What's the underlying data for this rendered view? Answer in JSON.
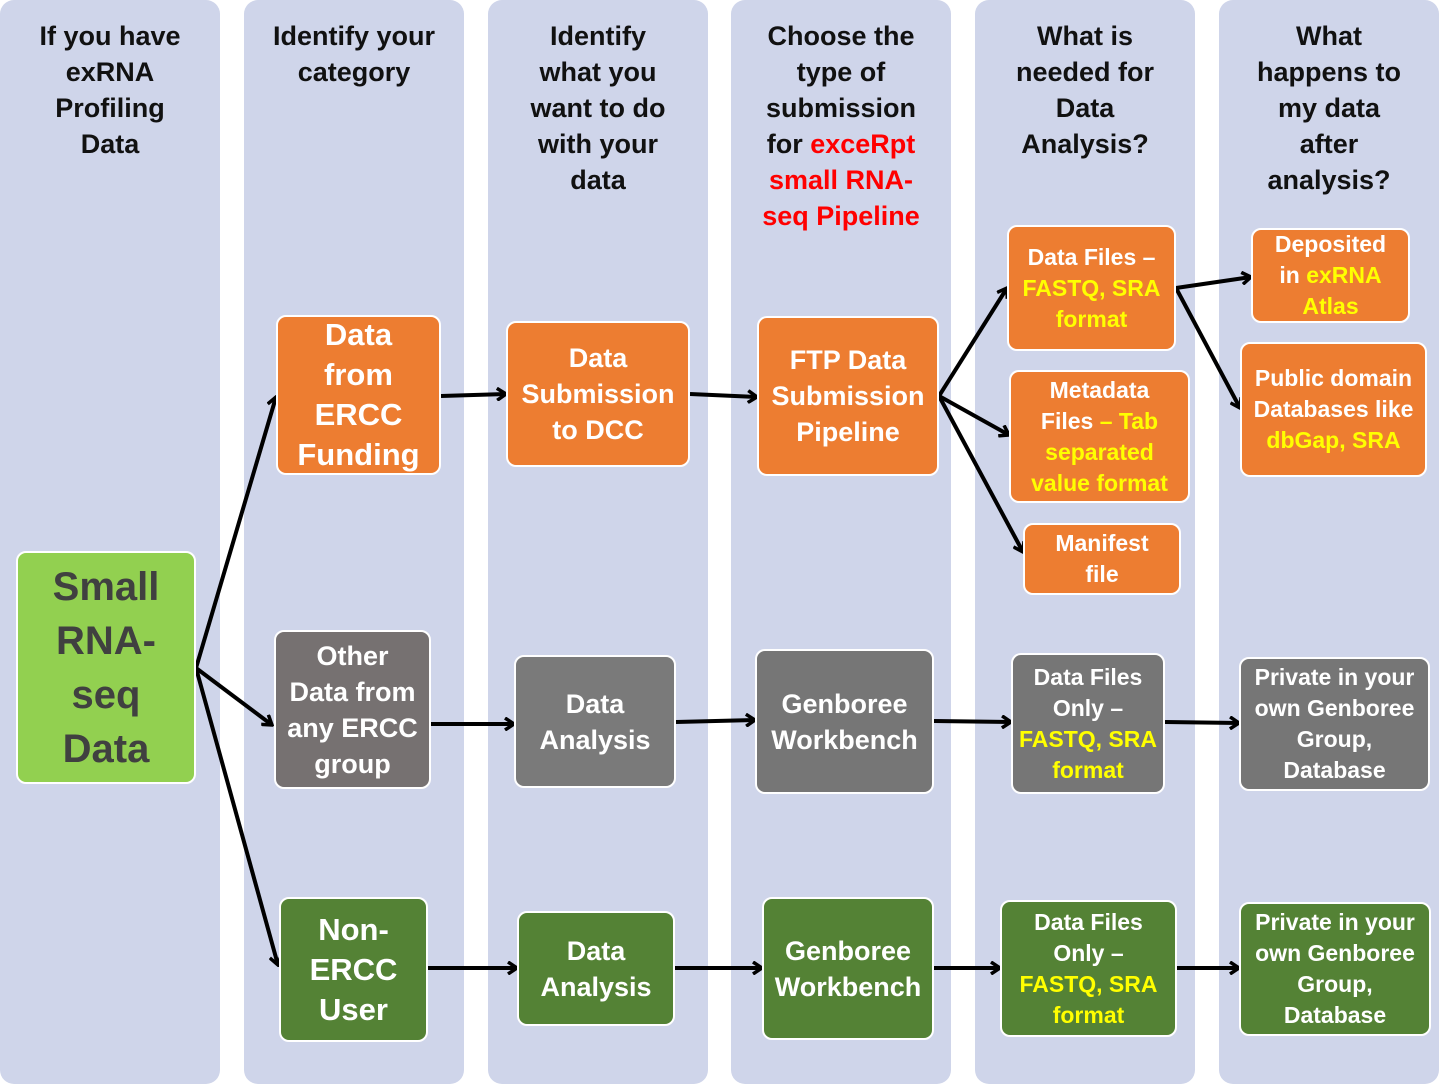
{
  "colors": {
    "column": "#CFD5EA",
    "orange": "#ED7D31",
    "grey": "#767171",
    "grey2": "#7A7A7A",
    "dark_green": "#548235",
    "light_green": "#92D050",
    "highlight_yellow": "#FFFF00",
    "highlight_red": "#FF0000"
  },
  "columns": [
    {
      "id": "have-data",
      "lines": [
        [
          {
            "t": "If you have",
            "c": "k"
          }
        ],
        [
          {
            "t": "exRNA",
            "c": "k"
          }
        ],
        [
          {
            "t": "Profiling",
            "c": "k"
          }
        ],
        [
          {
            "t": "Data",
            "c": "k"
          }
        ]
      ]
    },
    {
      "id": "category",
      "lines": [
        [
          {
            "t": "Identify your",
            "c": "k"
          }
        ],
        [
          {
            "t": "category",
            "c": "k"
          }
        ]
      ]
    },
    {
      "id": "what-to-do",
      "lines": [
        [
          {
            "t": "Identify",
            "c": "k"
          }
        ],
        [
          {
            "t": "what you",
            "c": "k"
          }
        ],
        [
          {
            "t": "want to do",
            "c": "k"
          }
        ],
        [
          {
            "t": "with your",
            "c": "k"
          }
        ],
        [
          {
            "t": "data",
            "c": "k"
          }
        ]
      ]
    },
    {
      "id": "submission-type",
      "lines": [
        [
          {
            "t": "Choose the",
            "c": "k"
          }
        ],
        [
          {
            "t": "type of",
            "c": "k"
          }
        ],
        [
          {
            "t": "submission",
            "c": "k"
          }
        ],
        [
          {
            "t": "for ",
            "c": "k"
          },
          {
            "t": "exceRpt",
            "c": "r"
          }
        ],
        [
          {
            "t": "small RNA-",
            "c": "r"
          }
        ],
        [
          {
            "t": "seq Pipeline",
            "c": "r"
          }
        ]
      ]
    },
    {
      "id": "analysis-needs",
      "lines": [
        [
          {
            "t": "What is",
            "c": "k"
          }
        ],
        [
          {
            "t": "needed for",
            "c": "k"
          }
        ],
        [
          {
            "t": "Data",
            "c": "k"
          }
        ],
        [
          {
            "t": "Analysis?",
            "c": "k"
          }
        ]
      ]
    },
    {
      "id": "after-analysis",
      "lines": [
        [
          {
            "t": "What",
            "c": "k"
          }
        ],
        [
          {
            "t": "happens to",
            "c": "k"
          }
        ],
        [
          {
            "t": "my data",
            "c": "k"
          }
        ],
        [
          {
            "t": "after",
            "c": "k"
          }
        ],
        [
          {
            "t": "analysis?",
            "c": "k"
          }
        ]
      ]
    }
  ],
  "boxes": [
    {
      "id": "small-rna-seq-data",
      "color": "#92D050",
      "fs": 40,
      "lh": 54,
      "lines": [
        [
          {
            "t": "Small",
            "c": "dk"
          }
        ],
        [
          {
            "t": "RNA-",
            "c": "dk"
          }
        ],
        [
          {
            "t": "seq",
            "c": "dk"
          }
        ],
        [
          {
            "t": "Data",
            "c": "dk"
          }
        ]
      ]
    },
    {
      "id": "data-from-ercc-funding",
      "color": "#ED7D31",
      "fs": 31,
      "lh": 40,
      "lines": [
        [
          {
            "t": "Data",
            "c": "w"
          }
        ],
        [
          {
            "t": "from",
            "c": "w"
          }
        ],
        [
          {
            "t": "ERCC",
            "c": "w"
          }
        ],
        [
          {
            "t": "Funding",
            "c": "w"
          }
        ]
      ]
    },
    {
      "id": "other-data-any-ercc",
      "color": "#767171",
      "fs": 27,
      "lh": 36,
      "lines": [
        [
          {
            "t": "Other",
            "c": "w"
          }
        ],
        [
          {
            "t": "Data from",
            "c": "w"
          }
        ],
        [
          {
            "t": "any ERCC",
            "c": "w"
          }
        ],
        [
          {
            "t": "group",
            "c": "w"
          }
        ]
      ]
    },
    {
      "id": "non-ercc-user",
      "color": "#548235",
      "fs": 31,
      "lh": 40,
      "lines": [
        [
          {
            "t": "Non-",
            "c": "w"
          }
        ],
        [
          {
            "t": "ERCC",
            "c": "w"
          }
        ],
        [
          {
            "t": "User",
            "c": "w"
          }
        ]
      ]
    },
    {
      "id": "data-submission-dcc",
      "color": "#ED7D31",
      "fs": 27,
      "lh": 36,
      "lines": [
        [
          {
            "t": "Data",
            "c": "w"
          }
        ],
        [
          {
            "t": "Submission",
            "c": "w"
          }
        ],
        [
          {
            "t": "to DCC",
            "c": "w"
          }
        ]
      ]
    },
    {
      "id": "data-analysis-grey",
      "color": "#7A7A7A",
      "fs": 27,
      "lh": 36,
      "lines": [
        [
          {
            "t": "Data",
            "c": "w"
          }
        ],
        [
          {
            "t": "Analysis",
            "c": "w"
          }
        ]
      ]
    },
    {
      "id": "data-analysis-green",
      "color": "#548235",
      "fs": 27,
      "lh": 36,
      "lines": [
        [
          {
            "t": "Data",
            "c": "w"
          }
        ],
        [
          {
            "t": "Analysis",
            "c": "w"
          }
        ]
      ]
    },
    {
      "id": "ftp-submission-pipeline",
      "color": "#ED7D31",
      "fs": 27,
      "lh": 36,
      "lines": [
        [
          {
            "t": "FTP Data",
            "c": "w"
          }
        ],
        [
          {
            "t": "Submission",
            "c": "w"
          }
        ],
        [
          {
            "t": "Pipeline",
            "c": "w"
          }
        ]
      ]
    },
    {
      "id": "genboree-workbench-grey",
      "color": "#767676",
      "fs": 27,
      "lh": 36,
      "lines": [
        [
          {
            "t": "Genboree",
            "c": "w"
          }
        ],
        [
          {
            "t": "Workbench",
            "c": "w"
          }
        ]
      ]
    },
    {
      "id": "genboree-workbench-green",
      "color": "#548235",
      "fs": 27,
      "lh": 36,
      "lines": [
        [
          {
            "t": "Genboree",
            "c": "w"
          }
        ],
        [
          {
            "t": "Workbench",
            "c": "w"
          }
        ]
      ]
    },
    {
      "id": "data-files-fastq-orange",
      "color": "#ED7D31",
      "fs": 23,
      "lh": 31,
      "lines": [
        [
          {
            "t": "Data Files –",
            "c": "w"
          }
        ],
        [
          {
            "t": "FASTQ, SRA",
            "c": "y"
          }
        ],
        [
          {
            "t": "format",
            "c": "y"
          }
        ]
      ]
    },
    {
      "id": "metadata-files",
      "color": "#ED7D31",
      "fs": 23,
      "lh": 31,
      "lines": [
        [
          {
            "t": "Metadata",
            "c": "w"
          }
        ],
        [
          {
            "t": "Files ",
            "c": "w"
          },
          {
            "t": "– Tab",
            "c": "y"
          }
        ],
        [
          {
            "t": "separated",
            "c": "y"
          }
        ],
        [
          {
            "t": "value format",
            "c": "y"
          }
        ]
      ]
    },
    {
      "id": "manifest-file",
      "color": "#ED7D31",
      "fs": 23,
      "lh": 31,
      "lines": [
        [
          {
            "t": "Manifest",
            "c": "w"
          }
        ],
        [
          {
            "t": "file",
            "c": "w"
          }
        ]
      ]
    },
    {
      "id": "data-files-only-grey",
      "color": "#767676",
      "fs": 23,
      "lh": 31,
      "lines": [
        [
          {
            "t": "Data Files",
            "c": "w"
          }
        ],
        [
          {
            "t": "Only –",
            "c": "w"
          }
        ],
        [
          {
            "t": "FASTQ, SRA",
            "c": "y"
          }
        ],
        [
          {
            "t": "format",
            "c": "y"
          }
        ]
      ]
    },
    {
      "id": "data-files-only-green",
      "color": "#548235",
      "fs": 23,
      "lh": 31,
      "lines": [
        [
          {
            "t": "Data Files",
            "c": "w"
          }
        ],
        [
          {
            "t": "Only –",
            "c": "w"
          }
        ],
        [
          {
            "t": "FASTQ, SRA",
            "c": "y"
          }
        ],
        [
          {
            "t": "format",
            "c": "y"
          }
        ]
      ]
    },
    {
      "id": "deposited-exrna-atlas",
      "color": "#ED7D31",
      "fs": 23,
      "lh": 31,
      "lines": [
        [
          {
            "t": "Deposited",
            "c": "w"
          }
        ],
        [
          {
            "t": "in ",
            "c": "w"
          },
          {
            "t": "exRNA",
            "c": "y"
          }
        ],
        [
          {
            "t": "Atlas",
            "c": "y"
          }
        ]
      ]
    },
    {
      "id": "public-domain-databases",
      "color": "#ED7D31",
      "fs": 23,
      "lh": 31,
      "lines": [
        [
          {
            "t": "Public domain",
            "c": "w"
          }
        ],
        [
          {
            "t": "Databases like",
            "c": "w"
          }
        ],
        [
          {
            "t": "dbGap, SRA",
            "c": "y"
          }
        ]
      ]
    },
    {
      "id": "private-genboree-grey",
      "color": "#767676",
      "fs": 23,
      "lh": 31,
      "lines": [
        [
          {
            "t": "Private in your",
            "c": "w"
          }
        ],
        [
          {
            "t": "own Genboree",
            "c": "w"
          }
        ],
        [
          {
            "t": "Group,",
            "c": "w"
          }
        ],
        [
          {
            "t": "Database",
            "c": "w"
          }
        ]
      ]
    },
    {
      "id": "private-genboree-green",
      "color": "#548235",
      "fs": 23,
      "lh": 31,
      "lines": [
        [
          {
            "t": "Private in your",
            "c": "w"
          }
        ],
        [
          {
            "t": "own Genboree",
            "c": "w"
          }
        ],
        [
          {
            "t": "Group,",
            "c": "w"
          }
        ],
        [
          {
            "t": "Database",
            "c": "w"
          }
        ]
      ]
    }
  ]
}
